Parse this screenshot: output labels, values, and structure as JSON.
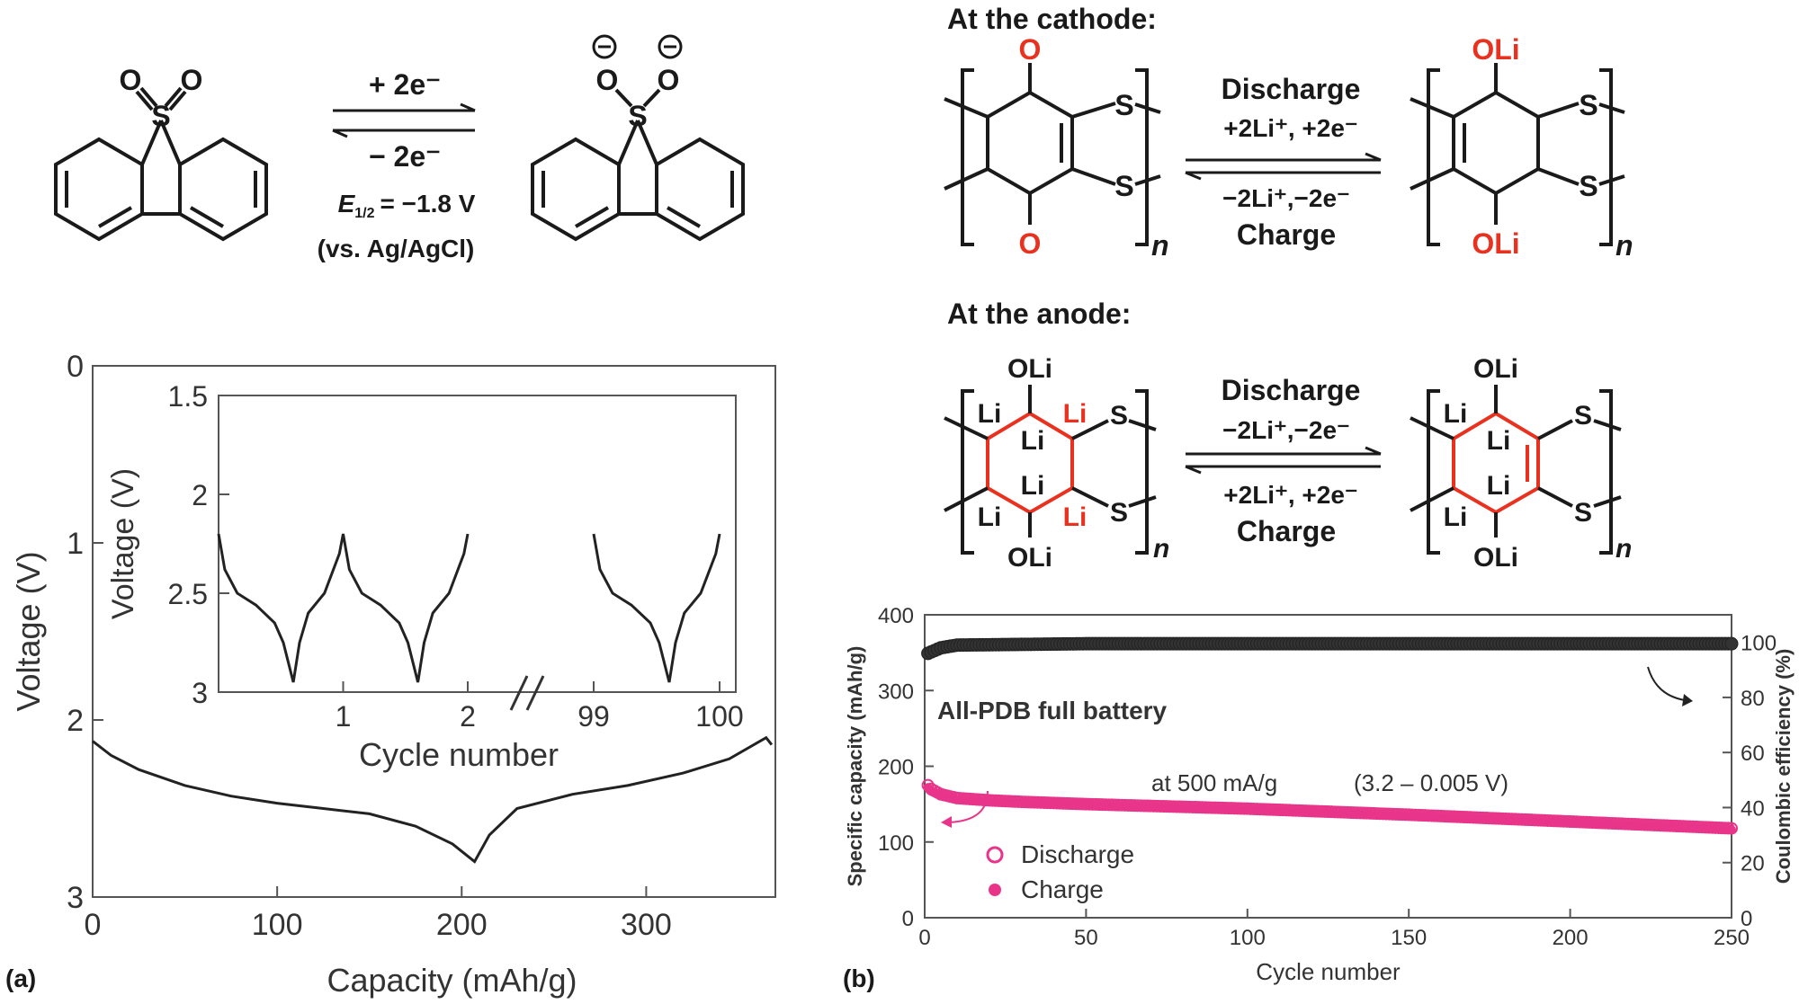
{
  "panel_a": {
    "label": "(a)",
    "reaction": {
      "forward": "+ 2e⁻",
      "reverse": "− 2e⁻",
      "e_half_symbol": "E",
      "e_half_sub": "1/2",
      "e_half_value": "= −1.8 V",
      "reference": "(vs. Ag/AgCl)",
      "atom_O": "O",
      "atom_S": "S",
      "minus_charge": "−"
    }
  },
  "panel_b": {
    "label": "(b)",
    "cathode_title": "At the cathode:",
    "anode_title": "At the anode:",
    "cathode": {
      "top_label": "Discharge",
      "top_sub": "+2Li⁺, +2e⁻",
      "bottom_sub": "−2Li⁺,−2e⁻",
      "bottom_label": "Charge",
      "left_O": "O",
      "right_OLi": "OLi",
      "S": "S",
      "n": "n"
    },
    "anode": {
      "top_label": "Discharge",
      "top_sub": "−2Li⁺,−2e⁻",
      "bottom_sub": "+2Li⁺, +2e⁻",
      "bottom_label": "Charge",
      "OLi": "OLi",
      "Li": "Li",
      "S": "S",
      "n": "n"
    }
  },
  "chart_data": [
    {
      "type": "line",
      "id": "main",
      "xlabel": "Capacity (mAh/g)",
      "ylabel": "Voltage (V)",
      "xlim": [
        0,
        370
      ],
      "ylim": [
        0,
        3
      ],
      "y_inverted": true,
      "xticks": [
        0,
        100,
        200,
        300
      ],
      "yticks": [
        0,
        1,
        2,
        3
      ],
      "series": [
        {
          "x": [
            0,
            10,
            25,
            50,
            75,
            100,
            125,
            150,
            175,
            195,
            207,
            215,
            230,
            260,
            290,
            320,
            345,
            360,
            365,
            368
          ],
          "y": [
            2.12,
            2.2,
            2.28,
            2.37,
            2.43,
            2.47,
            2.5,
            2.53,
            2.6,
            2.7,
            2.8,
            2.65,
            2.5,
            2.42,
            2.37,
            2.3,
            2.22,
            2.13,
            2.1,
            2.14
          ]
        }
      ]
    },
    {
      "type": "line",
      "id": "inset",
      "xlabel": "Cycle number",
      "ylabel": "Voltage (V)",
      "ylim": [
        1.5,
        3
      ],
      "y_inverted": true,
      "xtick_labels": [
        "1",
        "2",
        "99",
        "100"
      ],
      "yticks": [
        1.5,
        2,
        2.5,
        3
      ],
      "series": [
        {
          "x": [
            0,
            0.05,
            0.15,
            0.3,
            0.45,
            0.52,
            0.6,
            0.65,
            0.72,
            0.85,
            0.97,
            1.0,
            1.05,
            1.15,
            1.3,
            1.45,
            1.52,
            1.6,
            1.65,
            1.72,
            1.85,
            1.97,
            2.0
          ],
          "y": [
            2.2,
            2.38,
            2.5,
            2.56,
            2.65,
            2.75,
            2.95,
            2.75,
            2.6,
            2.5,
            2.3,
            2.2,
            2.38,
            2.5,
            2.56,
            2.65,
            2.75,
            2.95,
            2.75,
            2.6,
            2.5,
            2.3,
            2.2
          ]
        },
        {
          "x": [
            99,
            99.05,
            99.15,
            99.3,
            99.45,
            99.52,
            99.6,
            99.65,
            99.72,
            99.85,
            99.97,
            100
          ],
          "y": [
            2.2,
            2.38,
            2.5,
            2.56,
            2.65,
            2.75,
            2.95,
            2.75,
            2.6,
            2.5,
            2.3,
            2.2
          ]
        }
      ]
    },
    {
      "type": "scatter",
      "id": "cycling",
      "xlabel": "Cycle number",
      "ylabel": "Specific capacity (mAh/g)",
      "ylabel_right": "Coulombic efficiency (%)",
      "xlim": [
        0,
        250
      ],
      "ylim": [
        0,
        400
      ],
      "ylim_right": [
        0,
        110
      ],
      "xticks": [
        0,
        50,
        100,
        150,
        200,
        250
      ],
      "yticks": [
        0,
        100,
        200,
        300,
        400
      ],
      "yticks_right": [
        0,
        20,
        40,
        60,
        80,
        100
      ],
      "annotation_title": "All-PDB full battery",
      "annotation_rate": "at 500 mA/g",
      "annotation_window": "(3.2 – 0.005 V)",
      "colors": {
        "capacity": "#e8358a",
        "efficiency": "#333333"
      },
      "series": [
        {
          "name": "Discharge",
          "marker": "open-circle",
          "x": [
            1,
            2,
            5,
            10,
            20,
            30,
            50,
            100,
            150,
            200,
            250
          ],
          "y": [
            175,
            170,
            163,
            158,
            155,
            153,
            150,
            144,
            136,
            127,
            118
          ]
        },
        {
          "name": "Charge",
          "marker": "filled-circle",
          "x": [
            1,
            2,
            5,
            10,
            20,
            30,
            50,
            100,
            150,
            200,
            250
          ],
          "y": [
            172,
            167,
            161,
            156,
            153,
            151,
            148,
            142,
            134,
            125,
            116
          ]
        },
        {
          "name": "Coulombic efficiency",
          "axis": "right",
          "x": [
            1,
            5,
            10,
            50,
            100,
            150,
            200,
            250
          ],
          "y": [
            96,
            98,
            99,
            99.5,
            99.5,
            99.5,
            99.5,
            99.5
          ]
        }
      ]
    }
  ]
}
